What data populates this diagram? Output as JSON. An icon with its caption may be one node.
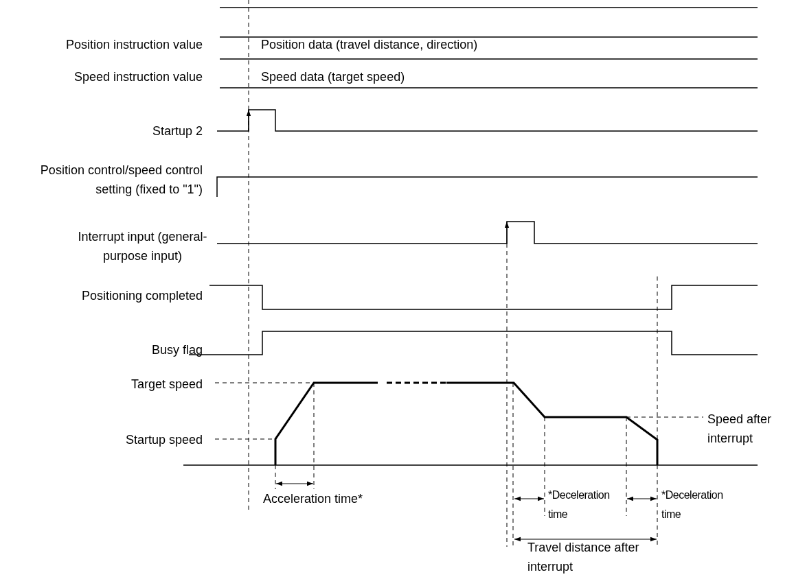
{
  "diagram": {
    "labels": [
      "Position instruction value",
      "Position data (travel distance, direction)",
      "Speed instruction value",
      "Speed data (target speed)",
      "Startup 2",
      "Position control/speed control setting (fixed to \"1\")",
      "Interrupt input (general-purpose input)",
      "Positioning completed",
      "Busy flag",
      "Target speed",
      "Startup speed",
      "Speed after interrupt",
      "Acceleration time*",
      "*Deceleration time",
      "*Deceleration time",
      "Travel distance after interrupt"
    ]
  }
}
